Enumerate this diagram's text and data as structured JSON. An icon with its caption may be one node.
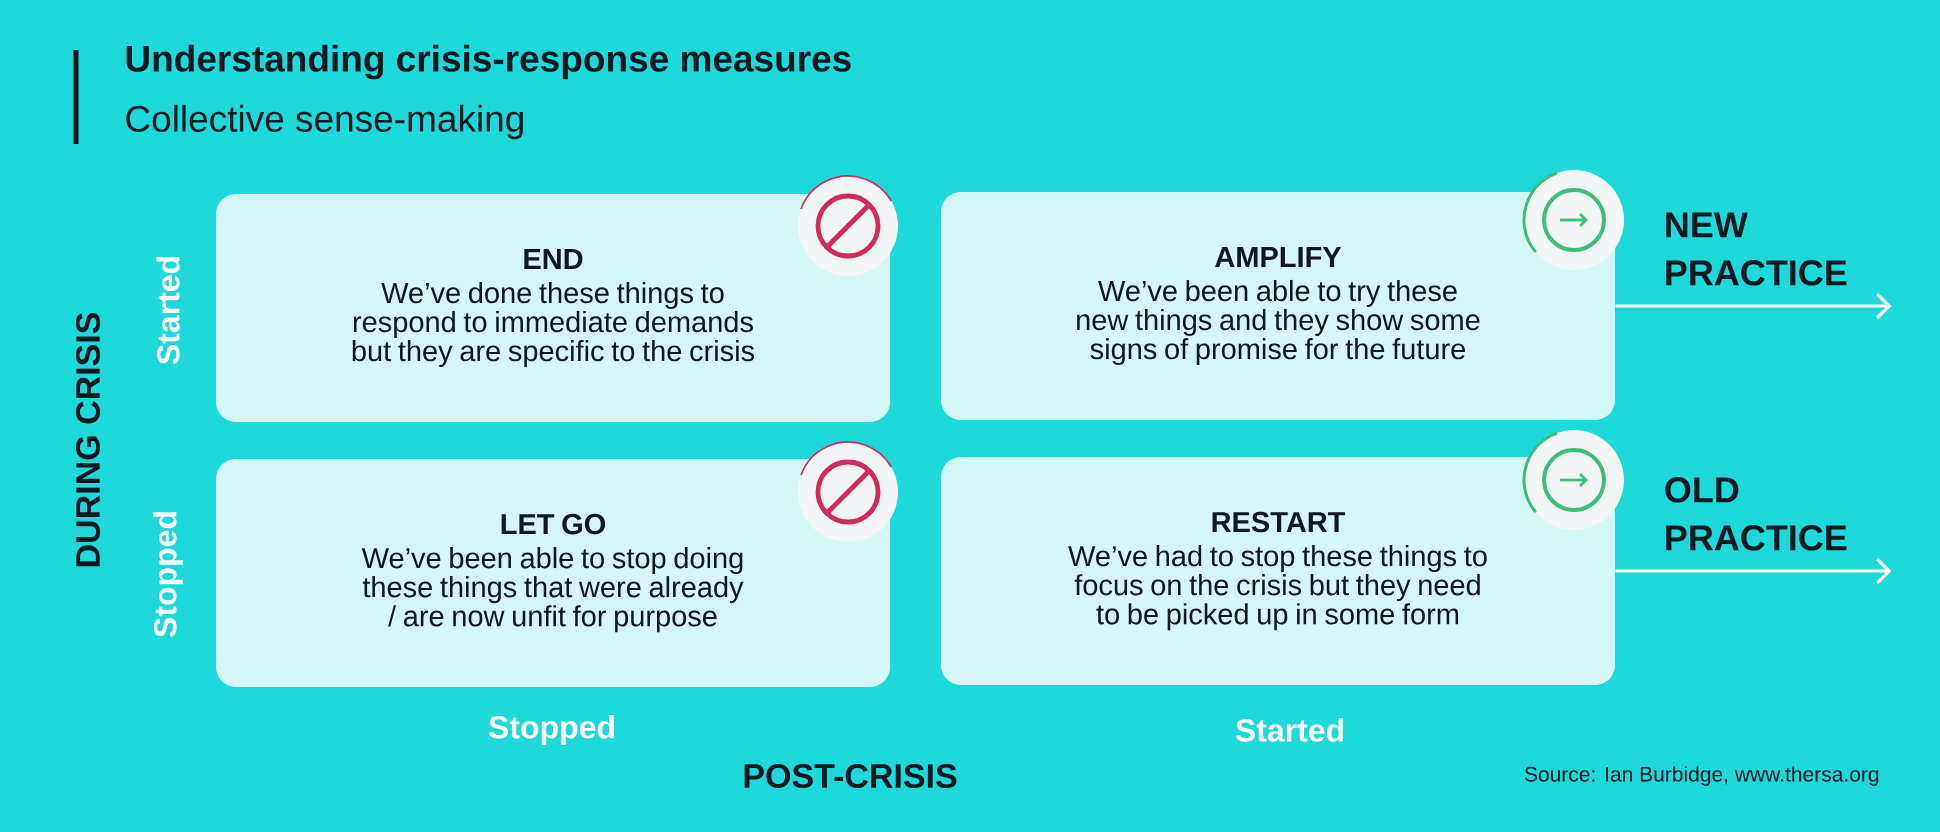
{
  "diagram": {
    "title": "Understanding crisis-response measures",
    "nodes": [
      {
        "text": [
          "END",
          "We’ve done these things to respond to immediate demands but they are specific to the crisis"
        ]
      },
      {
        "text": [
          "AMPLIFY",
          "We’ve been able to try these new things and they show some signs of promise for the future"
        ]
      },
      {
        "text": [
          "LET GO",
          "We’ve been able to stop doing these things that were already / are now unfit for purpose"
        ]
      },
      {
        "text": [
          "RESTART",
          "We’ve had to stop these things to focus on the crisis but they need to be picked up in some form"
        ]
      }
    ],
    "edges": [
      {
        "from": 1,
        "to": null,
        "arrow": "to",
        "label": "NEW PRACTICE"
      },
      {
        "from": 3,
        "to": null,
        "arrow": "to",
        "label": "OLD PRACTICE"
      }
    ],
    "labels": [
      "Collective sense-making",
      "Started",
      "DURING CRISIS",
      "Stopped",
      "Stopped",
      "Started",
      "POST-CRISIS",
      "Source: Ian Burbidge, www.thersa.org"
    ]
  }
}
